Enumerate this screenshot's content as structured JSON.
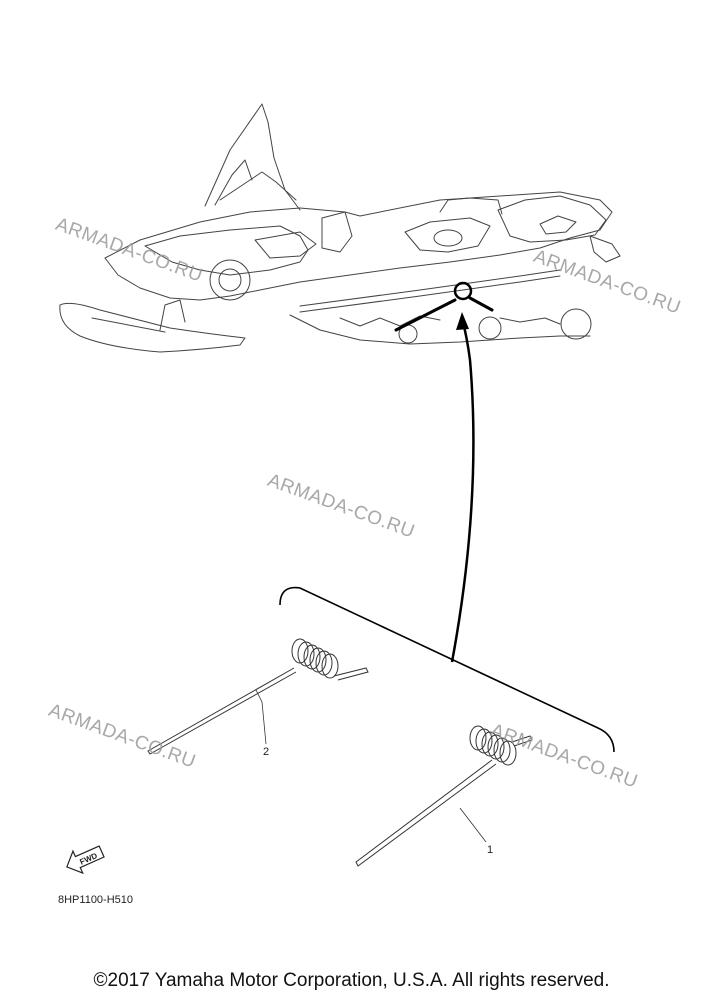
{
  "watermark": "ARMADA-CO.RU",
  "callouts": {
    "part1": "1",
    "part2": "2"
  },
  "fwd_label": "FWD",
  "part_code": "8HP1100-H510",
  "copyright": "©2017 Yamaha Motor Corporation, U.S.A. All rights reserved."
}
